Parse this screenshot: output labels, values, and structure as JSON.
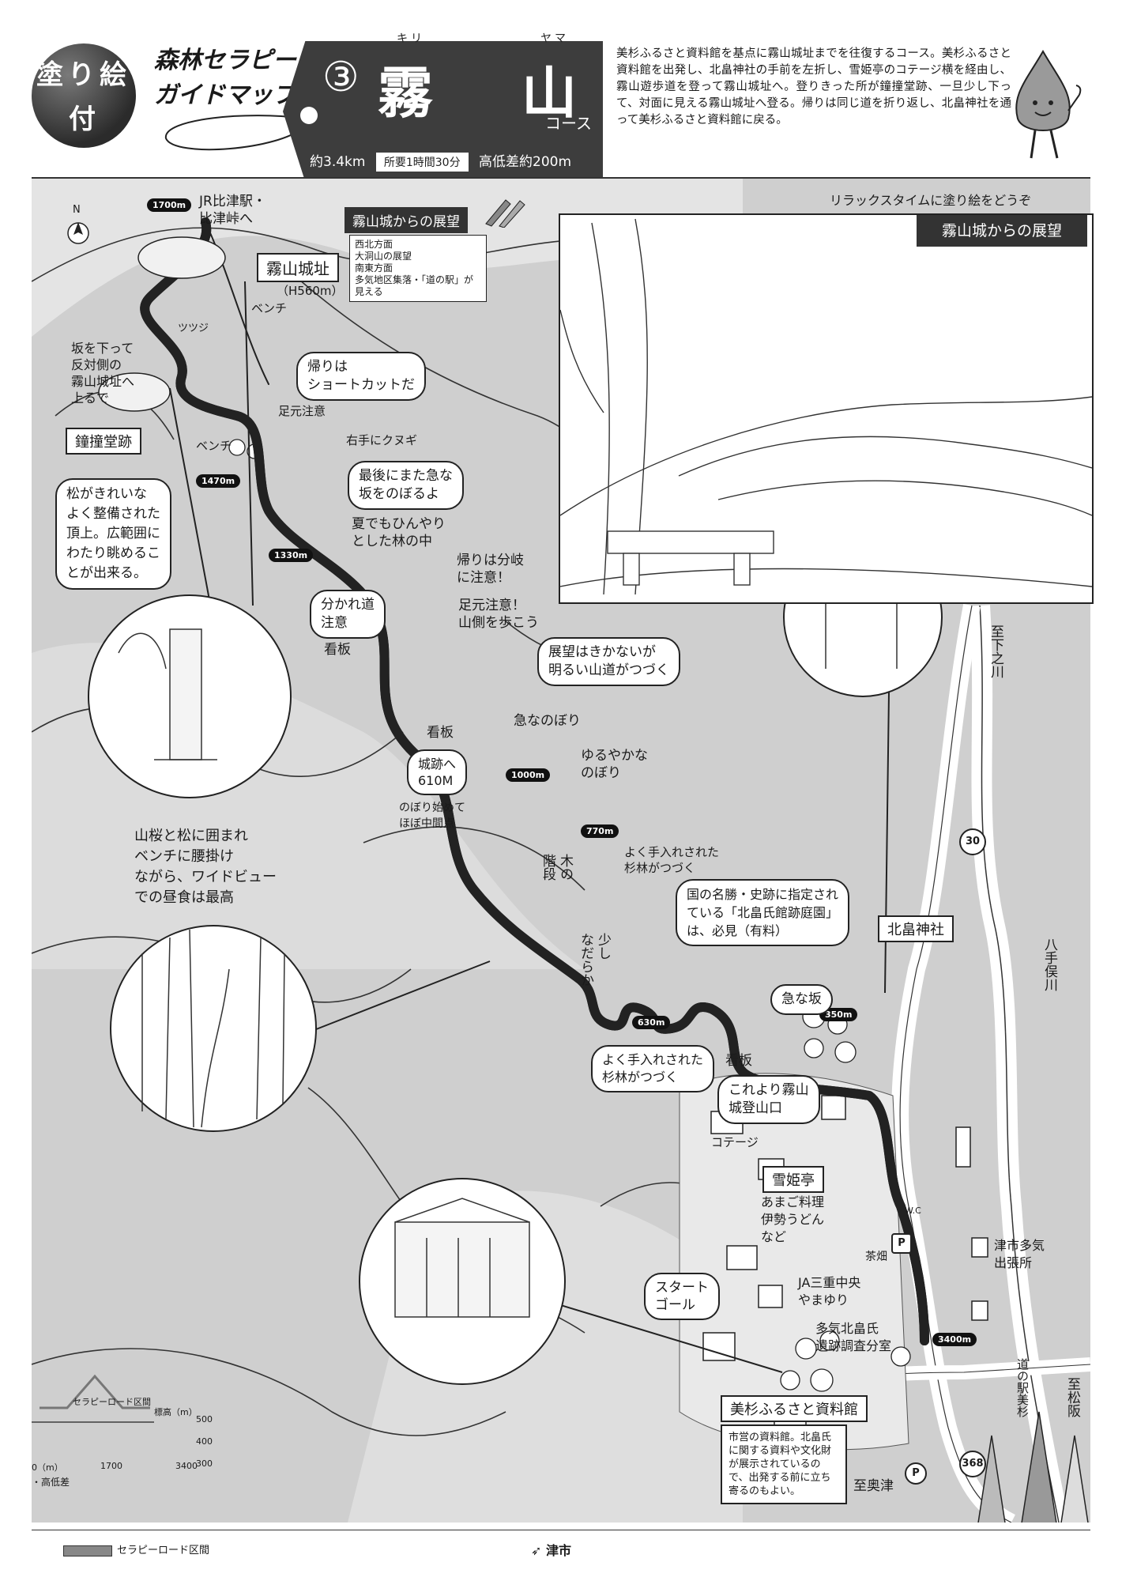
{
  "header": {
    "badge_line1": "塗り絵",
    "badge_line2": "付き",
    "brand_line1": "森林セラピー",
    "brand_line2": "ガイドマップ",
    "tag_number": "③",
    "tag_title_1": "霧",
    "tag_title_2": "山",
    "ruby_1": "キリ",
    "ruby_2": "ヤマ",
    "tag_course": "コース",
    "distance": "約3.4km",
    "duration": "所要1時間30分",
    "elevation_diff": "高低差約200m",
    "description": "美杉ふるさと資料館を基点に霧山城址までを往復するコース。美杉ふるさと資料館を出発し、北畠神社の手前を左折し、雪姫亭のコテージ横を経由し、霧山遊歩道を登って霧山城址へ。登りきった所が鐘撞堂跡、一旦少し下って、対面に見える霧山城址へ登る。帰りは同じ道を折り返し、北畠神社を通って美杉ふるさと資料館に戻る。"
  },
  "photo": {
    "relax_caption": "リラックスタイムに塗り絵をどうぞ",
    "title": "霧山城からの展望"
  },
  "view_box": {
    "title": "霧山城からの展望",
    "lines": [
      "西北方面",
      "大洞山の展望",
      "南東方面",
      "多気地区集落・「道の駅」が見える"
    ]
  },
  "map": {
    "north": "N",
    "elevations": [
      "1700m",
      "1470m",
      "1330m",
      "1000m",
      "770m",
      "630m",
      "350m",
      "3400m"
    ],
    "jr_label": "JR比津駅・\n比津峠へ",
    "kiriyama_jo": "霧山城址",
    "kiriyama_h": "（H560m）",
    "bench1": "ベンチ",
    "bench2": "ベンチ",
    "tsutsuji": "ツツジ",
    "go_opposite": "坂を下って\n反対側の\n霧山城址へ\n上るで",
    "shoutodo": "鐘撞堂跡",
    "pine_note": "松がきれいな\nよく整備された\n頂上。広範囲に\nわたり眺めるこ\nとが出来る。",
    "shortcut": "帰りは\nショートカットだ",
    "foot_caution1": "足元注意",
    "kunugi": "右手にクヌギ",
    "steep_again": "最後にまた急な\n坂をのぼるよ",
    "cool_forest": "夏でもひんやり\nとした林の中",
    "branch_return": "帰りは分岐\nに注意！",
    "foot_caution2": "足元注意！\n山側を歩こう",
    "fork": "分かれ道\n注意",
    "signboard1": "看板",
    "view_none": "展望はきかないが\n明るい山道がつづく",
    "steep_climb": "急なのぼり",
    "signboard2": "看板",
    "to_castle": "城跡へ\n610M",
    "gentle": "ゆるやかな\nのぼり",
    "halfway": "のぼり始めて\nほぼ中間点",
    "lunch": "山桜と松に囲まれ\nベンチに腰掛け\nながら、ワイドビュー\nでの昼食は最高",
    "cedar1": "よく手入れされた\n杉林がつづく",
    "stairs": "木の\n階段",
    "gentle2": "少し\nなだらか",
    "garden": "国の名勝・史跡に指定され\nている「北畠氏館跡庭園」\nは、必見（有料）",
    "kitabatake": "北畠神社",
    "steep_slope": "急な坂",
    "cedar2": "よく手入れされた\n杉林がつづく",
    "signboard3": "看板",
    "trailhead": "これより霧山\n城登山口",
    "cottage": "コテージ",
    "yukihime": "雪姫亭",
    "amago": "あまご料理\n伊勢うどん\nなど",
    "wc": "W.C",
    "tea": "茶畑",
    "ja": "JA三重中央\nやまゆり",
    "branch_office": "津市多気\n出張所",
    "survey": "多気北畠氏\n遺跡調査分室",
    "start_goal": "スタート\nゴール",
    "museum": "美杉ふるさと資料館",
    "museum_note": "市営の資料館。北畠氏に関する資料や文化財が展示されているので、出発する前に立ち寄るのもよい。",
    "to_okutsu": "至奥津",
    "to_matsusaka": "至松阪",
    "michi_no_eki": "道の駅美杉",
    "to_shimo": "至下之川",
    "hatedemata": "八手俣川",
    "route30": "30",
    "route368": "368",
    "parking": "P"
  },
  "legend": {
    "title": "セラピーロード区間",
    "alt_label": "標高（m）",
    "alt_ticks": [
      "500",
      "400",
      "300"
    ],
    "x_ticks": [
      "0（m）",
      "1700",
      "3400"
    ],
    "caption": "・高低差",
    "footer_legend": "セラピーロード区間",
    "city": "津市"
  },
  "colors": {
    "route": "#8a8a8a",
    "ink": "#1a1a1a",
    "dark_panel": "#3d3d3d"
  }
}
